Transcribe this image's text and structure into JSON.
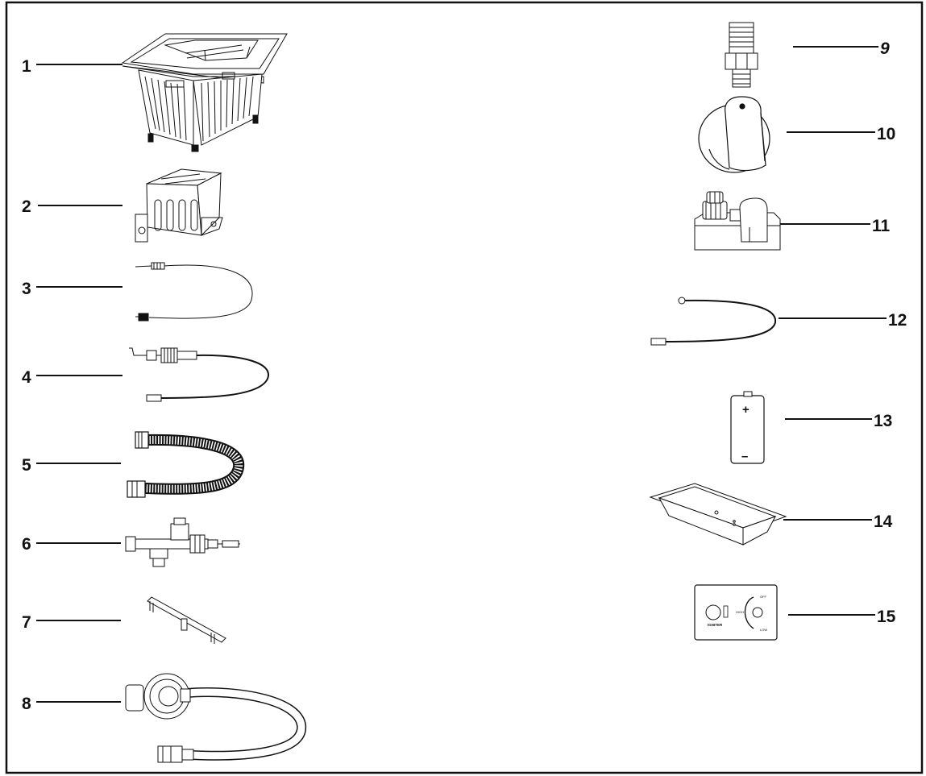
{
  "parts": [
    {
      "number": "1",
      "icon": "fire-pit-table-icon"
    },
    {
      "number": "2",
      "icon": "igniter-bracket-icon"
    },
    {
      "number": "3",
      "icon": "thermocouple-icon"
    },
    {
      "number": "4",
      "icon": "electrode-wire-icon"
    },
    {
      "number": "5",
      "icon": "corrugated-hose-icon"
    },
    {
      "number": "6",
      "icon": "gas-valve-icon"
    },
    {
      "number": "7",
      "icon": "burner-bar-icon"
    },
    {
      "number": "8",
      "icon": "regulator-hose-icon"
    },
    {
      "number": "9",
      "icon": "fitting-icon"
    },
    {
      "number": "10",
      "icon": "control-knob-icon"
    },
    {
      "number": "11",
      "icon": "igniter-module-icon"
    },
    {
      "number": "12",
      "icon": "ignition-wire-icon"
    },
    {
      "number": "13",
      "icon": "battery-icon"
    },
    {
      "number": "14",
      "icon": "burner-pan-icon"
    },
    {
      "number": "15",
      "icon": "control-panel-icon"
    }
  ],
  "battery": {
    "plus": "+",
    "minus": "–"
  },
  "panel": {
    "igniter_label": "IGNITER",
    "off_label": "OFF",
    "high_label": "HIGH",
    "low_label": "LOW"
  }
}
